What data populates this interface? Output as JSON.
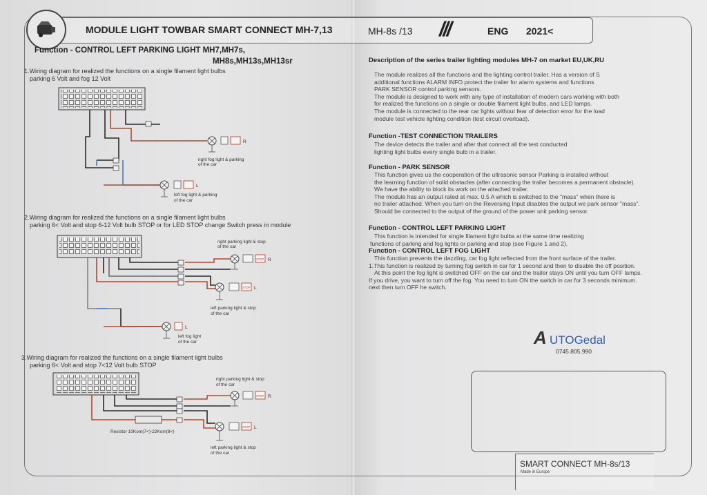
{
  "header": {
    "title": "MODULE LIGHT TOWBAR SMART CONNECT MH-7,13",
    "model": "MH-8s /13",
    "lang": "ENG",
    "year": "2021<"
  },
  "left": {
    "function_title_1": "Function - CONTROL LEFT PARKING LIGHT MH7,MH7s,",
    "function_title_2": "MH8s,MH13s,MH13sr",
    "diagram1": {
      "title_1": "1.Wiring diagram for realized the functions on a single filament light bulbs",
      "title_2": "parking 6 Volt  and fog 12 Volt",
      "label_right_1": "right fog light & parking",
      "label_right_2": "of the car",
      "label_left_1": "left fog light & parking",
      "label_left_2": "of the car",
      "side_r": "R",
      "side_l": "L"
    },
    "diagram2": {
      "title_1": "2.Wiring diagram for realized the functions on a single filament light bulbs",
      "title_2": "parking 6< Volt  and stop 6-12 Volt bulb STOP or for LED STOP change Switch press in module",
      "label_top_1": "right parking light & stop",
      "label_top_2": "of the car",
      "label_mid_1": "left parking light & stop",
      "label_mid_2": "of the car",
      "label_bot_1": "left fog light",
      "label_bot_2": "of the car",
      "side_r": "R",
      "side_l": "L",
      "side_l2": "L",
      "stop": "STOP"
    },
    "diagram3": {
      "title_1": "3.Wiring diagram for realized the functions on a single filament light bulbs",
      "title_2": "parking 6< Volt  and stop 7<12 Volt bulb STOP",
      "label_top_1": "right parking light & stop",
      "label_top_2": "of the car",
      "label_bot_1": "left parking light & stop",
      "label_bot_2": "of the car",
      "resistor": "Resistor 10Kom(7<)-22Kom(8<)",
      "side_r": "R",
      "side_l": "L",
      "stop": "STOP"
    }
  },
  "right": {
    "desc_title": "Description of the series trailer lighting modules MH-7 on market EU,UK,RU",
    "desc_lines": [
      "The module realizes all the functions and the lighting control trailer. Has a version of S",
      "additional functions ALARM INFO protect the trailer for alarm systems and functions",
      "PARK SENSOR control parking sensors.",
      "The module is designed to work with any type of installation of modern cars working with both",
      "for realized the functions on a single or double filament light bulbs, and LED lamps.",
      "The module is connected to the rear car lights without fear of detection error for the load",
      "module test vehicle lighting condition (test circuit overload)."
    ],
    "test_title": "Function -TEST CONNECTION TRAILERS",
    "test_lines": [
      "The device detects the trailer and after that connect all the test conducted",
      "lighting light bulbs every single bulb in a trailer."
    ],
    "park_title": "Function - PARK SENSOR",
    "park_lines": [
      "This function gives us the cooperation of the ultrasonic sensor Parking is installed without",
      "the learning function of solid obstacles (after connecting the trailer becomes a permanent obstacle).",
      "We have the ability to block its work on the attached trailer.",
      "The module has an output rated at max. 0.5 A which is switched to the \"mass\" when there is",
      "no trailer attached. When you turn on the Reversing Input disables the output we park sensor \"mass\".",
      "Should be connected to the output of the ground of the power unit parking sensor."
    ],
    "clp_title": "Function - CONTROL LEFT PARKING LIGHT",
    "clp_lines": [
      "This function is intended for single filament light bulbs at the same time realizing",
      "functions of parking and fog lights or  parking and stop (see Figure 1 and 2)."
    ],
    "clf_title": "Function - CONTROL LEFT FOG LIGHT",
    "clf_lines": [
      "This function prevents the dazzling, car fog light reflected from the front surface of the trailer.",
      "1.This function is realized by turning fog switch in car for 1 second and then to disable the off position.",
      "At this point the fog light is switched OFF on the car and the trailer stays ON until you turn OFF lamps.",
      "If you drive, you want to turn off the fog. You need to turn ON the switch in car for 3 seconds minimum.",
      "next then turn OFF he switch."
    ],
    "brand_a": "A",
    "brand_rest": "UTOGedal",
    "phone": "0745.805.990",
    "footer_title": "SMART CONNECT MH-8s/13",
    "footer_sub": "Made in Europe"
  },
  "colors": {
    "wire_red": "#b5472f",
    "wire_black": "#2a2a2a",
    "wire_grey": "#6a6a6a",
    "wire_blue": "#3d7cc9",
    "brand_blue": "#2f5fb3"
  }
}
